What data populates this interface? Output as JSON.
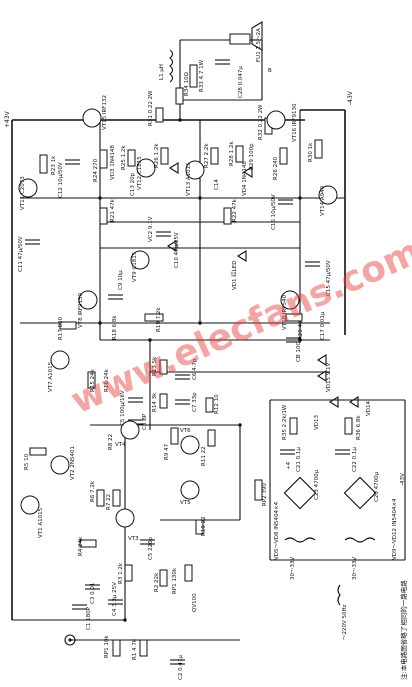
{
  "supply": {
    "plus43": "+43V",
    "minus43": "-43V",
    "minus43_top": "-43V",
    "vplus4": "+4",
    "vminus4": "-43V"
  },
  "top": {
    "fu1": "FU1 1.5～2A",
    "l1": "L1 μH",
    "r33": "R33 4.7 1W",
    "c28": "C28 0.047μ",
    "r34": "R34 10Ω"
  },
  "labels": {
    "vt15": "VT15 IRF132",
    "vt16": "VT16 IRF9130",
    "r23": "R23 1k",
    "r24": "R24 270",
    "r31": "R31 0.22 2W",
    "r32": "R32 0.22 2W",
    "r25": "R25 1.2k",
    "r26": "R26 1.2k",
    "r27": "R27 2.2k",
    "r28": "R28 1.2k",
    "r29": "R29 100p",
    "r30": "R30 1k",
    "r21": "R21 47k",
    "r22": "R22 47k",
    "vd3": "VD3 1N4148",
    "vd4": "VD4 1N4148",
    "vt12": "VT12 C1815",
    "vt13": "VT13 A1015",
    "c13": "C13 20p",
    "c14": "C14",
    "c16": "C16 10μ/50V",
    "r26b": "R26 240",
    "vt11": "VT11 C2073",
    "vt14": "VT14 A940",
    "c12": "C12 10μ/50V",
    "c11": "C11 47μ/50V",
    "vc2": "VC2 9.1V",
    "c10": "C10 47μ/25V",
    "vt9": "VT9 C1815",
    "c9": "C9 10μ",
    "vd1": "VD1 红LED",
    "c15": "C15 47μ/50V",
    "vt8": "VT8 IRF9150",
    "vt10": "VT10 IRF540",
    "r17": "R17 820",
    "r18": "R18 6.8k",
    "r19": "R19 7.2k",
    "r20": "R20 47",
    "c17": "C17 0.01μ",
    "c8": "CB 10C",
    "vd15": "VD15 9.1V",
    "vt7": "VT7 A1015",
    "r15": "R15 24k",
    "r16": "R16 24k",
    "r13": "R13 5k",
    "c6": "C6 4.7p",
    "r14": "R14 3k",
    "c7": "C7 33p",
    "r12": "R12 10",
    "c5b": "C5 100μ/16V",
    "cbp": "C8 BP",
    "vt4": "VT4",
    "r9": "R9 47",
    "vt6": "VT6",
    "r11": "R11 22",
    "r10": "R10 22",
    "vt5": "VT5",
    "rp2": "RP2 390",
    "r35": "R35 2.2k/1W",
    "vd13": "VD13",
    "vd14": "VD14",
    "r36": "R36 6.8k",
    "c21": "C21 0.1μ",
    "c22": "C22 0.1μ",
    "c23": "C23 4700μ",
    "c20": "C20 4700μ",
    "vd5_8": "VD5～VD8 IN5404×4",
    "vd9_12": "VD9～VD12 IN5404×4",
    "t1": "30～33V",
    "t2": "30～33V",
    "r5": "R5 10",
    "vt2": "VT2 2N5401",
    "r8": "R8 22",
    "r6": "R6 7.2k",
    "r7": "R7 22",
    "vt3": "VT3",
    "c5": "C5 220p",
    "vt1": "VT1 A1015",
    "r4": "R4 24k",
    "r3": "R3 1.2k",
    "r2": "R2 22k",
    "rp1": "RP1 130k",
    "c3": "C3 0.01",
    "c4": "C4 3.3μ 25V",
    "qv": "QV100",
    "c1": "C1 180P",
    "r1b": "RP1 10k",
    "r1": "R1 4.7k",
    "c2": "C2 0.47μ",
    "ac": "～220V 50Hz",
    "b": "B"
  },
  "note": "注:本电路图省略了相同的一路电路",
  "watermark": "www.elecfans.com"
}
